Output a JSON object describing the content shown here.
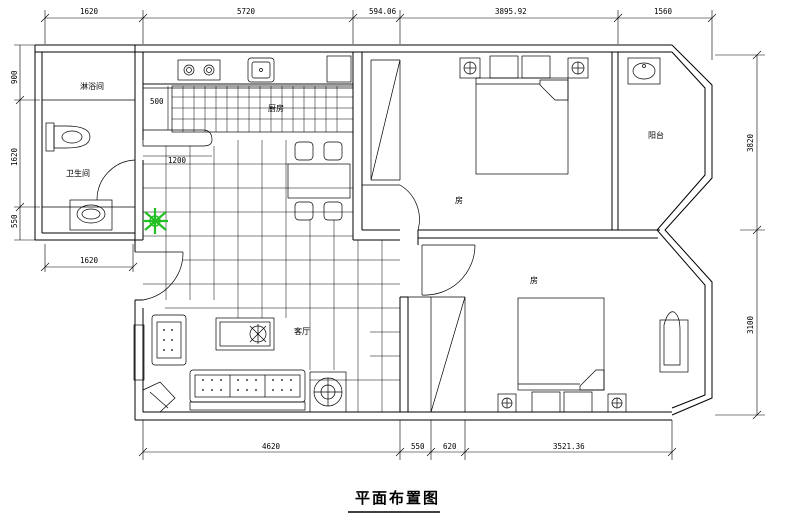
{
  "title": "平面布置图",
  "rooms": {
    "shower": "淋浴间",
    "kitchen": "厨房",
    "bathroom": "卫生间",
    "balcony": "阳台",
    "bedroom_top": "房",
    "bedroom_bottom": "房",
    "living": "客厅"
  },
  "dimensions": {
    "top": [
      "1620",
      "5720",
      "594.06",
      "3895.92",
      "1560"
    ],
    "left": [
      "900",
      "1620",
      "550"
    ],
    "left_bottom": "1620",
    "right": [
      "3820",
      "3100"
    ],
    "bottom": [
      "4620",
      "550",
      "620",
      "3521.36"
    ],
    "kitchen_depth": "500",
    "counter_length": "1200"
  },
  "colors": {
    "lines": "#000000",
    "plant": "#22c022",
    "background": "#ffffff"
  }
}
